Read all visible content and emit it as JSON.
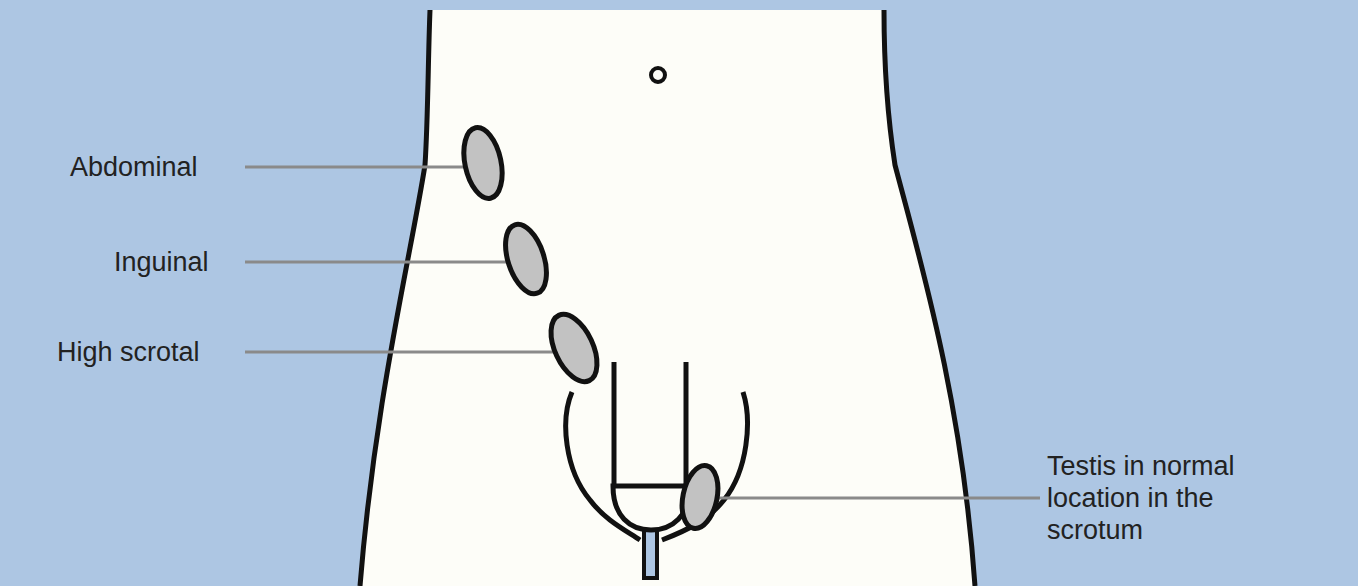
{
  "diagram": {
    "labels": [
      "Abdominal",
      "Inguinal",
      "High scrotal",
      "Testis in normal location in the scrotum"
    ]
  }
}
